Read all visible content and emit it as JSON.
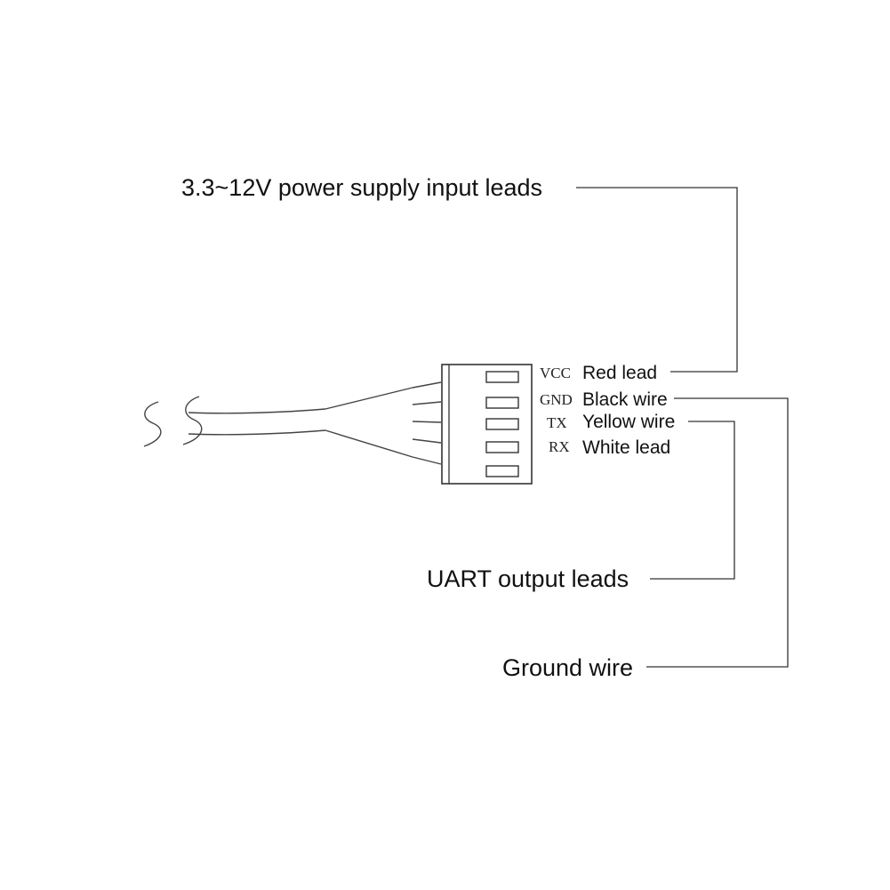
{
  "diagram": {
    "callouts": {
      "power": "3.3~12V power supply input leads",
      "uart": "UART output leads",
      "ground": "Ground wire"
    },
    "pins": [
      {
        "signal": "VCC",
        "wire": "Red lead"
      },
      {
        "signal": "GND",
        "wire": "Black wire"
      },
      {
        "signal": "TX",
        "wire": "Yellow wire"
      },
      {
        "signal": "RX",
        "wire": "White lead"
      }
    ],
    "connector_slots": 5
  }
}
